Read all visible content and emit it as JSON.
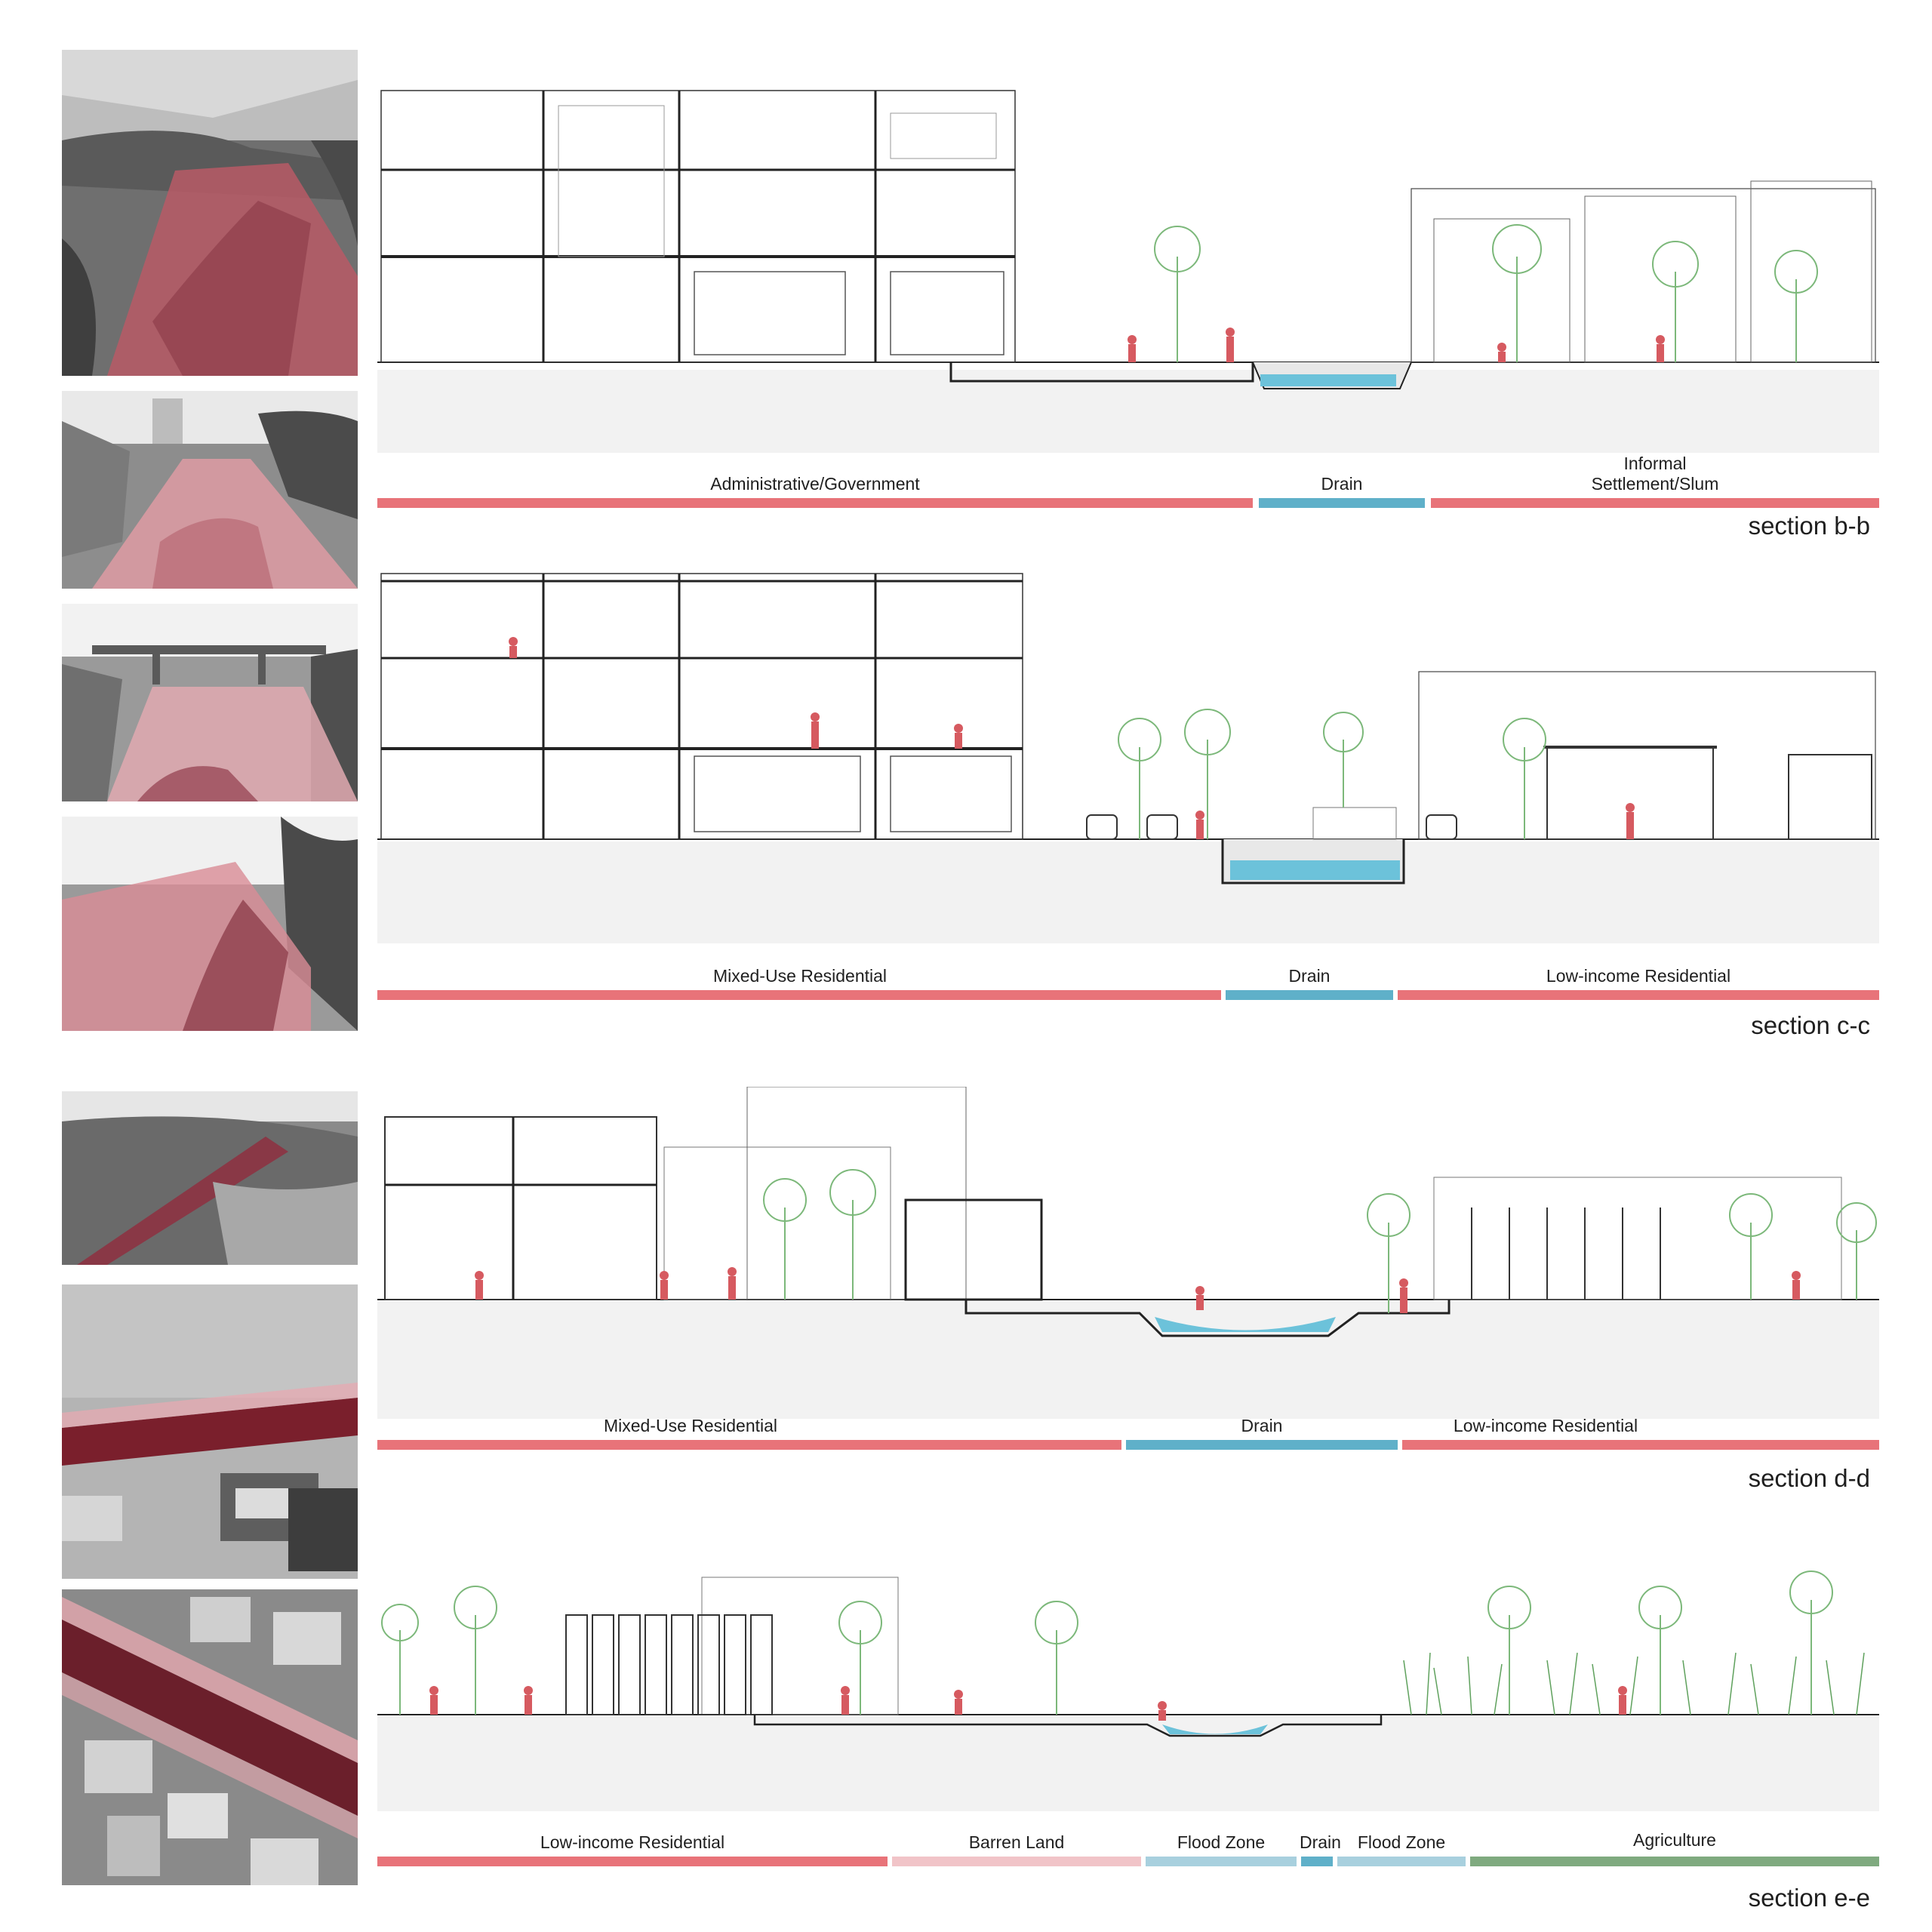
{
  "colors": {
    "residential": "#e87379",
    "drain": "#5fb0c9",
    "barren": "#f1c4c8",
    "flood": "#a8d0de",
    "agriculture": "#7faa7f",
    "figure": "#d65a60",
    "tree": "#7cb87a",
    "water": "#6cc2da",
    "line": "#222222"
  },
  "photos": [
    {
      "name": "drain-photo-1"
    },
    {
      "name": "drain-photo-2"
    },
    {
      "name": "drain-photo-3"
    },
    {
      "name": "drain-photo-4"
    },
    {
      "name": "drain-photo-5"
    },
    {
      "name": "aerial-photo-6"
    },
    {
      "name": "aerial-photo-7"
    }
  ],
  "sections": [
    {
      "title": "section b-b",
      "zones": [
        {
          "label": "Administrative/Government",
          "kind": "residential"
        },
        {
          "label": "Drain",
          "kind": "drain"
        },
        {
          "label": "Informal\nSettlement/Slum",
          "kind": "residential"
        }
      ]
    },
    {
      "title": "section c-c",
      "zones": [
        {
          "label": "Mixed-Use Residential",
          "kind": "residential"
        },
        {
          "label": "Drain",
          "kind": "drain"
        },
        {
          "label": "Low-income Residential",
          "kind": "residential"
        }
      ]
    },
    {
      "title": "section d-d",
      "zones": [
        {
          "label": "Mixed-Use Residential",
          "kind": "residential"
        },
        {
          "label": "Drain",
          "kind": "drain"
        },
        {
          "label": "Low-income Residential",
          "kind": "residential"
        }
      ]
    },
    {
      "title": "section e-e",
      "zones": [
        {
          "label": "Low-income Residential",
          "kind": "residential"
        },
        {
          "label": "Barren Land",
          "kind": "barren"
        },
        {
          "label": "Flood Zone",
          "kind": "flood"
        },
        {
          "label": "Drain",
          "kind": "drain"
        },
        {
          "label": "Flood Zone",
          "kind": "flood"
        },
        {
          "label": "Agriculture",
          "kind": "agriculture"
        }
      ]
    }
  ]
}
